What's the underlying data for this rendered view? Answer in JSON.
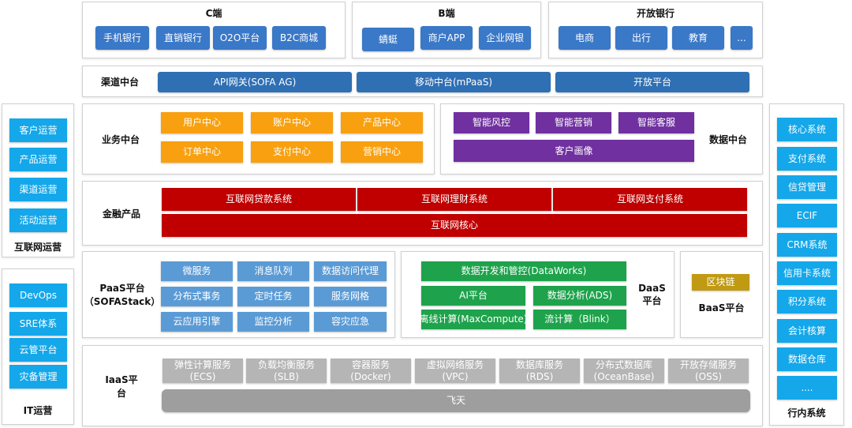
{
  "channels": {
    "c": {
      "title": "C端",
      "items": [
        "手机银行",
        "直销银行",
        "O2O平台",
        "B2C商城"
      ]
    },
    "b": {
      "title": "B端",
      "items": [
        "蜻蜓",
        "商户APP",
        "企业网银"
      ]
    },
    "open": {
      "title": "开放银行",
      "items": [
        "电商",
        "出行",
        "教育",
        "..."
      ]
    }
  },
  "channel_platform": {
    "title": "渠道中台",
    "items": [
      "API网关(SOFA AG)",
      "移动中台(mPaaS)",
      "开放平台"
    ]
  },
  "business": {
    "title": "业务中台",
    "items": [
      "用户中心",
      "账户中心",
      "产品中心",
      "订单中心",
      "支付中心",
      "营销中心"
    ]
  },
  "data_platform": {
    "title": "数据中台",
    "items": [
      "智能风控",
      "智能营销",
      "智能客服",
      "客户画像"
    ]
  },
  "finance": {
    "title": "金融产品",
    "items": [
      "互联网贷款系统",
      "互联网理财系统",
      "互联网支付系统",
      "互联网核心"
    ]
  },
  "paas": {
    "title_line1": "PaaS平台",
    "title_line2": "（SOFAStack）",
    "items": [
      "微服务",
      "消息队列",
      "数据访问代理",
      "分布式事务",
      "定时任务",
      "服务网格",
      "云应用引擎",
      "监控分析",
      "容灾应急"
    ]
  },
  "daas": {
    "title_line1": "DaaS",
    "title_line2": "平台",
    "items": [
      "数据开发和管控(DataWorks)",
      "AI平台",
      "数据分析(ADS)",
      "离线计算(MaxCompute)",
      "流计算（Blink）"
    ]
  },
  "baas": {
    "title": "BaaS平台",
    "items": [
      "区块链"
    ]
  },
  "iaas": {
    "title_line1": "IaaS平",
    "title_line2": "台",
    "services": [
      {
        "name": "弹性计算服务",
        "code": "(ECS)"
      },
      {
        "name": "负载均衡服务",
        "code": "(SLB)"
      },
      {
        "name": "容器服务",
        "code": "(Docker)"
      },
      {
        "name": "虚拟网络服务",
        "code": "(VPC)"
      },
      {
        "name": "数据库服务",
        "code": "(RDS)"
      },
      {
        "name": "分布式数据库",
        "code": "(OceanBase)"
      },
      {
        "name": "开放存储服务",
        "code": "(OSS)"
      }
    ],
    "base": "飞天"
  },
  "internet_ops": {
    "title": "互联网运营",
    "items": [
      "客户运营",
      "产品运营",
      "渠道运营",
      "活动运营"
    ]
  },
  "it_ops": {
    "title": "IT运营",
    "items": [
      "DevOps",
      "SRE体系",
      "云管平台",
      "灾备管理"
    ]
  },
  "bank_systems": {
    "title": "行内系统",
    "items": [
      "核心系统",
      "支付系统",
      "信贷管理",
      "ECIF",
      "CRM系统",
      "信用卡系统",
      "积分系统",
      "会计核算",
      "数据仓库",
      "...."
    ]
  }
}
